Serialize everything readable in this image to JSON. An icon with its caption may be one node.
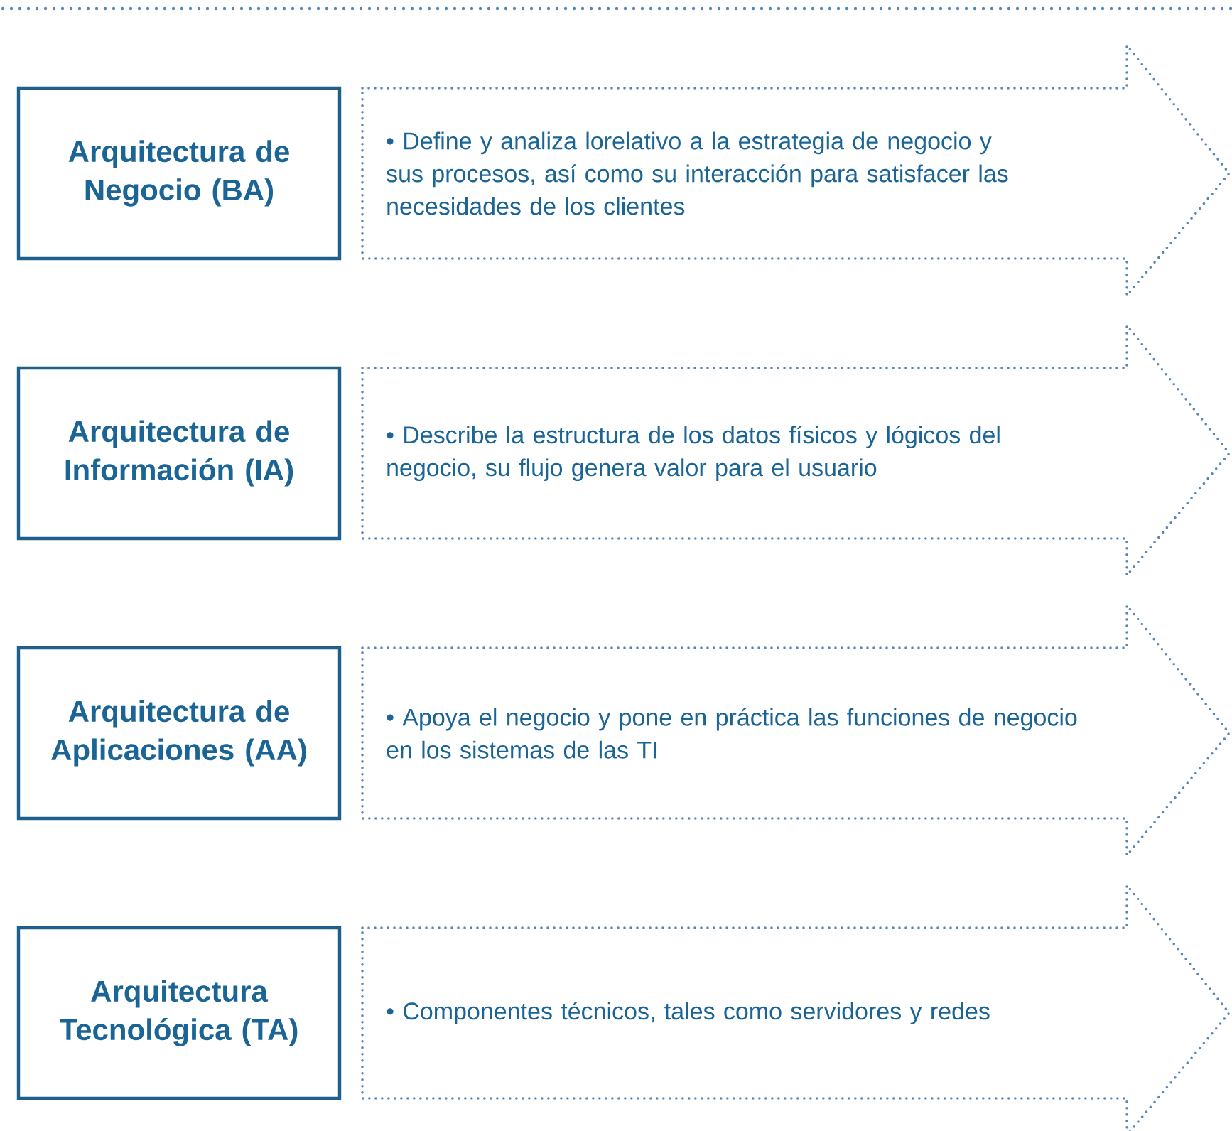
{
  "diagram": {
    "nodes": [
      {
        "text": [
          "Arquitectura de Negocio (BA)"
        ]
      },
      {
        "text": [
          "• Define y analiza lorelativo a la estrategia de negocio y sus procesos, así como su interacción para satisfacer las necesidades de los clientes"
        ]
      },
      {
        "text": [
          "Arquitectura de Información (IA)"
        ]
      },
      {
        "text": [
          "• Describe la estructura de los datos físicos y lógicos del negocio, su flujo genera valor para el usuario"
        ]
      },
      {
        "text": [
          "Arquitectura de Aplicaciones (AA)"
        ]
      },
      {
        "text": [
          "• Apoya el negocio y pone en práctica las funciones de negocio en los sistemas de las TI"
        ]
      },
      {
        "text": [
          "Arquitectura Tecnológica (TA)"
        ]
      },
      {
        "text": [
          "• Componentes técnicos, tales como servidores y redes"
        ]
      }
    ]
  }
}
